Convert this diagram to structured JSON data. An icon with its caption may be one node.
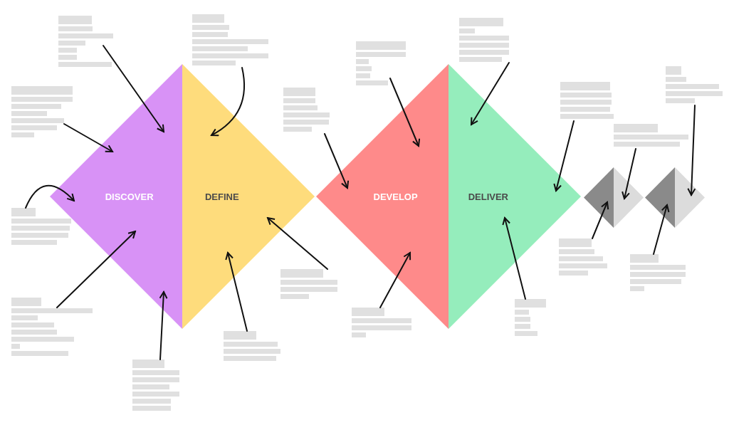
{
  "diagram": {
    "nodes": [
      {
        "text": [
          "DISCOVER"
        ]
      },
      {
        "text": [
          "DEFINE"
        ]
      },
      {
        "text": [
          "DEVELOP"
        ]
      },
      {
        "text": [
          "DELIVER"
        ]
      },
      {
        "text": [],
        "shape": "triangle"
      },
      {
        "text": [],
        "shape": "triangle"
      },
      {
        "text": [],
        "shape": "triangle"
      },
      {
        "text": [],
        "shape": "triangle"
      },
      {
        "text": [],
        "shape": "bar"
      },
      {
        "text": [],
        "shape": "bar"
      },
      {
        "text": [],
        "shape": "bar"
      },
      {
        "text": [],
        "shape": "bar"
      },
      {
        "text": [],
        "shape": "bar"
      },
      {
        "text": [],
        "shape": "bar"
      },
      {
        "text": [],
        "shape": "bar"
      },
      {
        "text": [],
        "shape": "bar"
      },
      {
        "text": [],
        "shape": "bar"
      },
      {
        "text": [],
        "shape": "bar"
      },
      {
        "text": [],
        "shape": "bar"
      },
      {
        "text": [],
        "shape": "bar"
      },
      {
        "text": [],
        "shape": "bar"
      },
      {
        "text": [],
        "shape": "bar"
      },
      {
        "text": [],
        "shape": "bar"
      },
      {
        "text": [],
        "shape": "bar"
      },
      {
        "text": [],
        "shape": "bar"
      },
      {
        "text": [],
        "shape": "bar"
      }
    ],
    "edges": [
      {
        "from": 8,
        "to": 0,
        "arrow": "to"
      },
      {
        "from": 9,
        "to": 1,
        "arrow": "to"
      },
      {
        "from": 10,
        "to": 0,
        "arrow": "to"
      },
      {
        "from": 11,
        "to": 0,
        "arrow": "to"
      },
      {
        "from": 12,
        "to": 0,
        "arrow": "to"
      },
      {
        "from": 13,
        "to": 0,
        "arrow": "to"
      },
      {
        "from": 14,
        "to": 1,
        "arrow": "to"
      },
      {
        "from": 15,
        "to": 1,
        "arrow": "to"
      },
      {
        "from": 16,
        "to": 2,
        "arrow": "to"
      },
      {
        "from": 17,
        "to": 2,
        "arrow": "to"
      },
      {
        "from": 18,
        "to": 2,
        "arrow": "to"
      },
      {
        "from": 19,
        "to": 3,
        "arrow": "to"
      },
      {
        "from": 20,
        "to": 3,
        "arrow": "to"
      },
      {
        "from": 21,
        "to": 3,
        "arrow": "to"
      },
      {
        "from": 22,
        "to": 5,
        "arrow": "to"
      },
      {
        "from": 23,
        "to": 4,
        "arrow": "to"
      },
      {
        "from": 24,
        "to": 7,
        "arrow": "to"
      },
      {
        "from": 25,
        "to": 6,
        "arrow": "to"
      }
    ]
  }
}
